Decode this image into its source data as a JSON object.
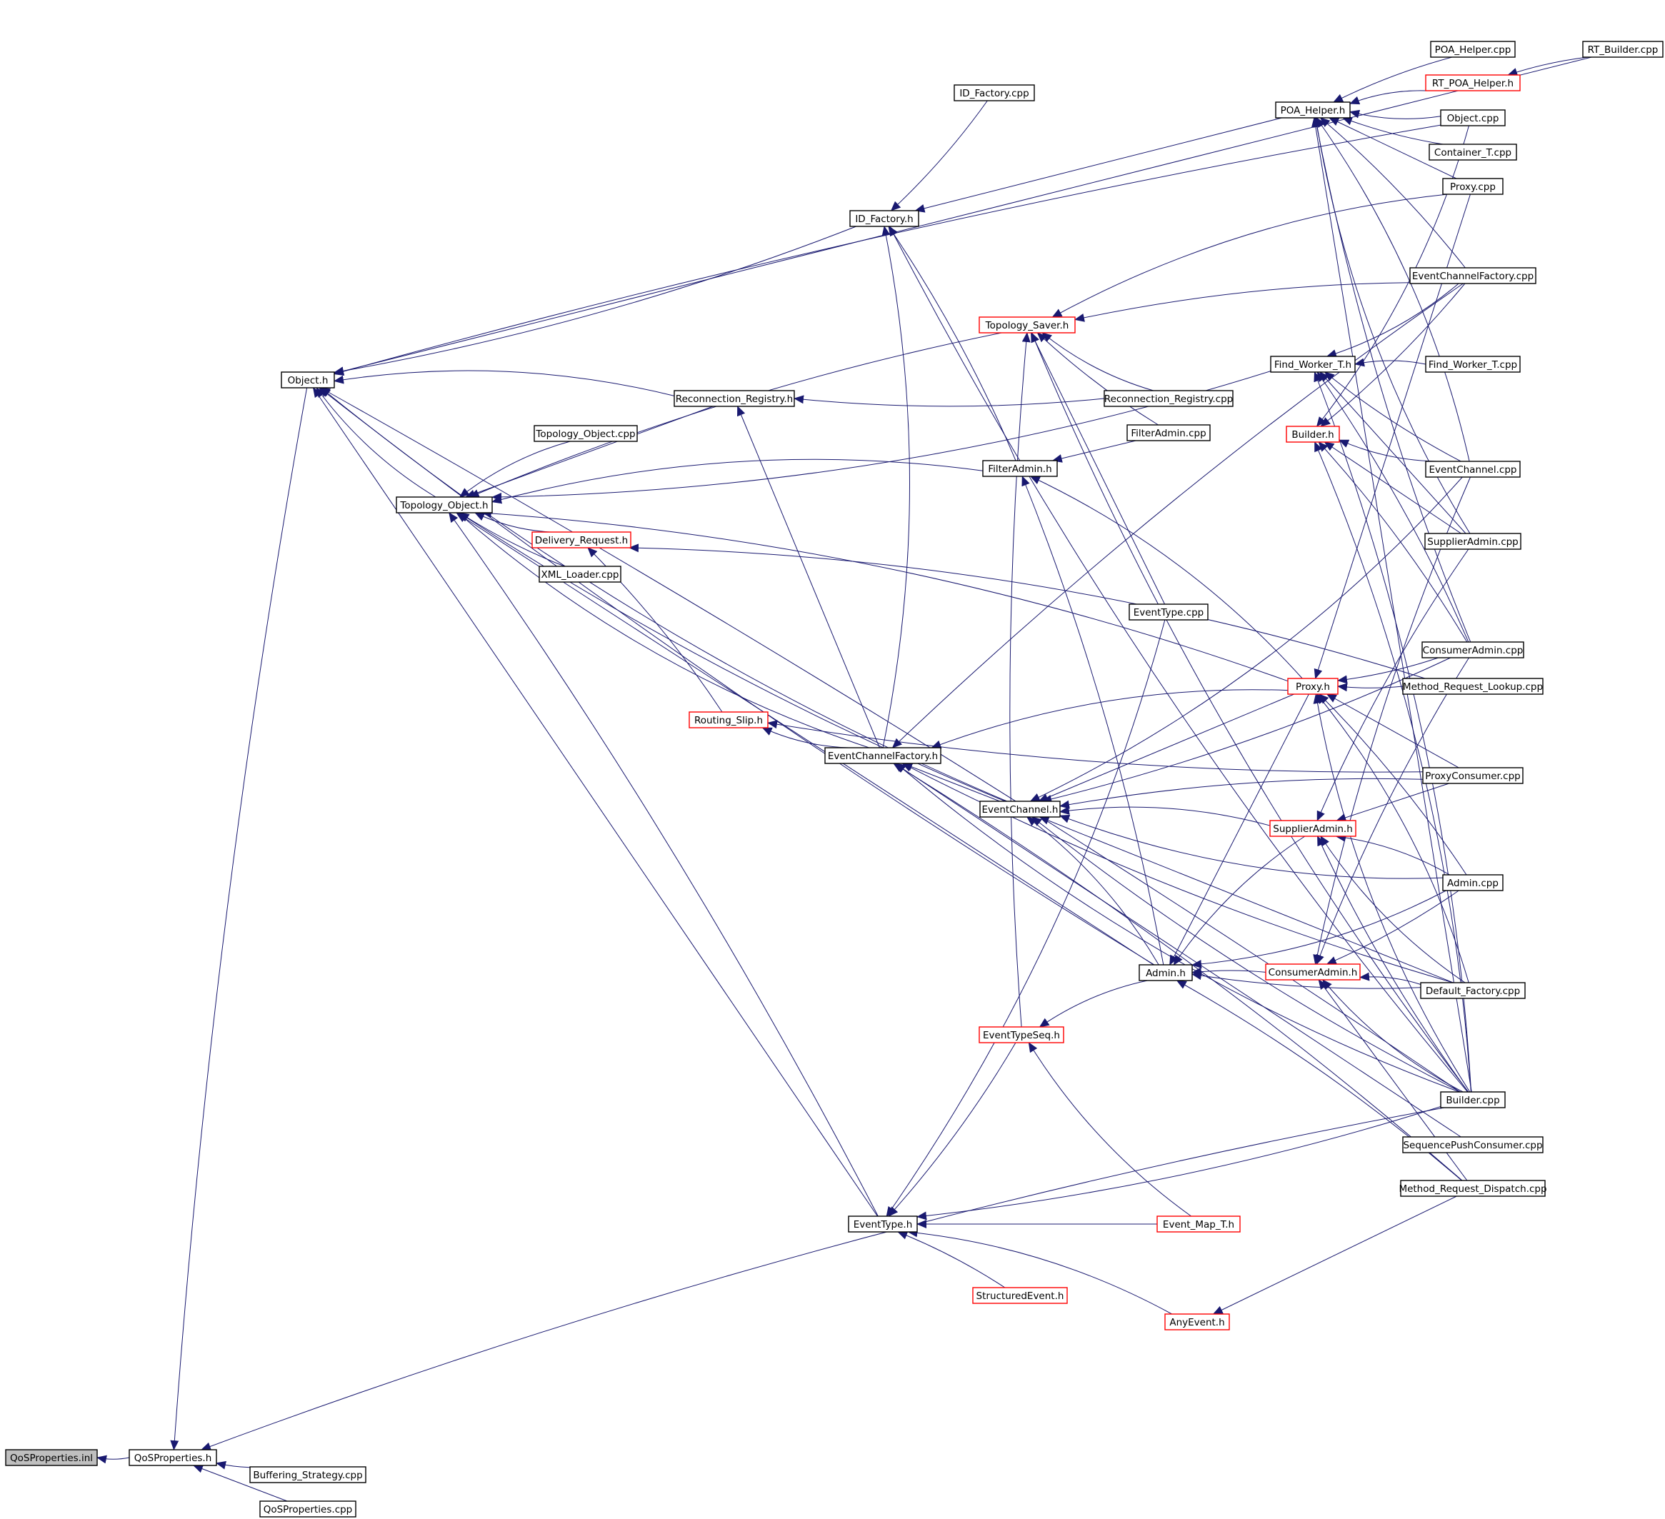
{
  "colors": {
    "edge": "#191970",
    "node_border_default": "#000000",
    "node_border_truncated": "#ff0000",
    "node_fill_focus": "#bfbfbf",
    "node_fill": "#ffffff"
  },
  "nodes": [
    {
      "id": "qosproperties_inl",
      "label": "QoSProperties.inl",
      "kind": "focus"
    },
    {
      "id": "qosproperties_h",
      "label": "QoSProperties.h",
      "kind": "normal"
    },
    {
      "id": "buffering_strategy_cpp",
      "label": "Buffering_Strategy.cpp",
      "kind": "normal"
    },
    {
      "id": "qosproperties_cpp",
      "label": "QoSProperties.cpp",
      "kind": "normal"
    },
    {
      "id": "object_h",
      "label": "Object.h",
      "kind": "normal"
    },
    {
      "id": "topology_object_h",
      "label": "Topology_Object.h",
      "kind": "normal"
    },
    {
      "id": "topology_object_cpp",
      "label": "Topology_Object.cpp",
      "kind": "normal"
    },
    {
      "id": "delivery_request_h",
      "label": "Delivery_Request.h",
      "kind": "truncated"
    },
    {
      "id": "xml_loader_cpp",
      "label": "XML_Loader.cpp",
      "kind": "normal"
    },
    {
      "id": "reconnection_registry_h",
      "label": "Reconnection_Registry.h",
      "kind": "normal"
    },
    {
      "id": "id_factory_cpp",
      "label": "ID_Factory.cpp",
      "kind": "normal"
    },
    {
      "id": "id_factory_h",
      "label": "ID_Factory.h",
      "kind": "normal"
    },
    {
      "id": "topology_saver_h",
      "label": "Topology_Saver.h",
      "kind": "truncated"
    },
    {
      "id": "filteradmin_h",
      "label": "FilterAdmin.h",
      "kind": "normal"
    },
    {
      "id": "routing_slip_h",
      "label": "Routing_Slip.h",
      "kind": "truncated"
    },
    {
      "id": "eventchannelfactory_h",
      "label": "EventChannelFactory.h",
      "kind": "normal"
    },
    {
      "id": "eventchannel_h",
      "label": "EventChannel.h",
      "kind": "normal"
    },
    {
      "id": "admin_h",
      "label": "Admin.h",
      "kind": "normal"
    },
    {
      "id": "eventtypeseq_h",
      "label": "EventTypeSeq.h",
      "kind": "truncated"
    },
    {
      "id": "eventtype_h",
      "label": "EventType.h",
      "kind": "normal"
    },
    {
      "id": "structuredevent_h",
      "label": "StructuredEvent.h",
      "kind": "truncated"
    },
    {
      "id": "anyevent_h",
      "label": "AnyEvent.h",
      "kind": "truncated"
    },
    {
      "id": "event_map_t_h",
      "label": "Event_Map_T.h",
      "kind": "truncated"
    },
    {
      "id": "reconnection_registry_cpp",
      "label": "Reconnection_Registry.cpp",
      "kind": "normal"
    },
    {
      "id": "filteradmin_cpp",
      "label": "FilterAdmin.cpp",
      "kind": "normal"
    },
    {
      "id": "eventtype_cpp",
      "label": "EventType.cpp",
      "kind": "normal"
    },
    {
      "id": "poa_helper_h",
      "label": "POA_Helper.h",
      "kind": "normal"
    },
    {
      "id": "poa_helper_cpp",
      "label": "POA_Helper.cpp",
      "kind": "normal"
    },
    {
      "id": "rt_poa_helper_h",
      "label": "RT_POA_Helper.h",
      "kind": "truncated"
    },
    {
      "id": "rt_builder_cpp",
      "label": "RT_Builder.cpp",
      "kind": "normal"
    },
    {
      "id": "object_cpp",
      "label": "Object.cpp",
      "kind": "normal"
    },
    {
      "id": "container_t_cpp",
      "label": "Container_T.cpp",
      "kind": "normal"
    },
    {
      "id": "proxy_cpp",
      "label": "Proxy.cpp",
      "kind": "normal"
    },
    {
      "id": "eventchannelfactory_cpp",
      "label": "EventChannelFactory.cpp",
      "kind": "normal"
    },
    {
      "id": "find_worker_t_h",
      "label": "Find_Worker_T.h",
      "kind": "normal"
    },
    {
      "id": "find_worker_t_cpp",
      "label": "Find_Worker_T.cpp",
      "kind": "normal"
    },
    {
      "id": "builder_h",
      "label": "Builder.h",
      "kind": "truncated"
    },
    {
      "id": "eventchannel_cpp",
      "label": "EventChannel.cpp",
      "kind": "normal"
    },
    {
      "id": "supplieradmin_cpp",
      "label": "SupplierAdmin.cpp",
      "kind": "normal"
    },
    {
      "id": "consumeradmin_cpp",
      "label": "ConsumerAdmin.cpp",
      "kind": "normal"
    },
    {
      "id": "proxy_h",
      "label": "Proxy.h",
      "kind": "truncated"
    },
    {
      "id": "method_request_lookup_cpp",
      "label": "Method_Request_Lookup.cpp",
      "kind": "normal"
    },
    {
      "id": "proxyconsumer_cpp",
      "label": "ProxyConsumer.cpp",
      "kind": "normal"
    },
    {
      "id": "supplieradmin_h",
      "label": "SupplierAdmin.h",
      "kind": "truncated"
    },
    {
      "id": "admin_cpp",
      "label": "Admin.cpp",
      "kind": "normal"
    },
    {
      "id": "consumeradmin_h",
      "label": "ConsumerAdmin.h",
      "kind": "truncated"
    },
    {
      "id": "default_factory_cpp",
      "label": "Default_Factory.cpp",
      "kind": "normal"
    },
    {
      "id": "builder_cpp",
      "label": "Builder.cpp",
      "kind": "normal"
    },
    {
      "id": "sequencepushconsumer_cpp",
      "label": "SequencePushConsumer.cpp",
      "kind": "normal"
    },
    {
      "id": "method_request_dispatch_cpp",
      "label": "Method_Request_Dispatch.cpp",
      "kind": "normal"
    }
  ],
  "edges": [
    {
      "from": "qosproperties_h",
      "to": "qosproperties_inl"
    },
    {
      "from": "buffering_strategy_cpp",
      "to": "qosproperties_h"
    },
    {
      "from": "qosproperties_cpp",
      "to": "qosproperties_h"
    },
    {
      "from": "object_h",
      "to": "qosproperties_h"
    },
    {
      "from": "builder_cpp",
      "to": "qosproperties_h"
    },
    {
      "from": "topology_object_h",
      "to": "object_h"
    },
    {
      "from": "id_factory_h",
      "to": "object_h"
    },
    {
      "from": "rt_builder_cpp",
      "to": "object_h"
    },
    {
      "from": "object_cpp",
      "to": "object_h"
    },
    {
      "from": "reconnection_registry_h",
      "to": "object_h"
    },
    {
      "from": "eventchannel_h",
      "to": "object_h"
    },
    {
      "from": "admin_h",
      "to": "object_h"
    },
    {
      "from": "eventtype_h",
      "to": "object_h"
    },
    {
      "from": "builder_cpp",
      "to": "object_h"
    },
    {
      "from": "topology_object_cpp",
      "to": "topology_object_h"
    },
    {
      "from": "delivery_request_h",
      "to": "topology_object_h"
    },
    {
      "from": "xml_loader_cpp",
      "to": "topology_object_h"
    },
    {
      "from": "reconnection_registry_h",
      "to": "topology_object_h"
    },
    {
      "from": "topology_saver_h",
      "to": "topology_object_h"
    },
    {
      "from": "filteradmin_h",
      "to": "topology_object_h"
    },
    {
      "from": "eventchannelfactory_h",
      "to": "topology_object_h"
    },
    {
      "from": "eventchannel_h",
      "to": "topology_object_h"
    },
    {
      "from": "admin_h",
      "to": "topology_object_h"
    },
    {
      "from": "eventtype_h",
      "to": "topology_object_h"
    },
    {
      "from": "proxy_h",
      "to": "topology_object_h"
    },
    {
      "from": "find_worker_t_h",
      "to": "topology_object_h"
    },
    {
      "from": "id_factory_cpp",
      "to": "id_factory_h"
    },
    {
      "from": "poa_helper_h",
      "to": "id_factory_h"
    },
    {
      "from": "filteradmin_h",
      "to": "id_factory_h"
    },
    {
      "from": "eventchannelfactory_h",
      "to": "id_factory_h"
    },
    {
      "from": "builder_cpp",
      "to": "id_factory_h"
    },
    {
      "from": "reconnection_registry_cpp",
      "to": "reconnection_registry_h"
    },
    {
      "from": "eventchannelfactory_h",
      "to": "reconnection_registry_h"
    },
    {
      "from": "routing_slip_h",
      "to": "delivery_request_h"
    },
    {
      "from": "method_request_lookup_cpp",
      "to": "delivery_request_h"
    },
    {
      "from": "reconnection_registry_cpp",
      "to": "topology_saver_h"
    },
    {
      "from": "filteradmin_cpp",
      "to": "topology_saver_h"
    },
    {
      "from": "eventtype_cpp",
      "to": "topology_saver_h"
    },
    {
      "from": "eventchannelfactory_cpp",
      "to": "topology_saver_h"
    },
    {
      "from": "proxy_cpp",
      "to": "topology_saver_h"
    },
    {
      "from": "builder_cpp",
      "to": "topology_saver_h"
    },
    {
      "from": "eventtypeseq_h",
      "to": "topology_saver_h"
    },
    {
      "from": "filteradmin_cpp",
      "to": "filteradmin_h"
    },
    {
      "from": "admin_h",
      "to": "filteradmin_h"
    },
    {
      "from": "proxy_h",
      "to": "filteradmin_h"
    },
    {
      "from": "eventchannelfactory_h",
      "to": "routing_slip_h"
    },
    {
      "from": "proxyconsumer_cpp",
      "to": "routing_slip_h"
    },
    {
      "from": "eventchannel_h",
      "to": "eventchannelfactory_h"
    },
    {
      "from": "eventchannelfactory_cpp",
      "to": "eventchannelfactory_h"
    },
    {
      "from": "proxy_h",
      "to": "eventchannelfactory_h"
    },
    {
      "from": "builder_cpp",
      "to": "eventchannelfactory_h"
    },
    {
      "from": "default_factory_cpp",
      "to": "eventchannelfactory_h"
    },
    {
      "from": "sequencepushconsumer_cpp",
      "to": "eventchannelfactory_h"
    },
    {
      "from": "method_request_dispatch_cpp",
      "to": "eventchannelfactory_h"
    },
    {
      "from": "admin_h",
      "to": "eventchannel_h"
    },
    {
      "from": "eventchannel_cpp",
      "to": "eventchannel_h"
    },
    {
      "from": "consumeradmin_cpp",
      "to": "eventchannel_h"
    },
    {
      "from": "proxy_h",
      "to": "eventchannel_h"
    },
    {
      "from": "proxyconsumer_cpp",
      "to": "eventchannel_h"
    },
    {
      "from": "supplieradmin_h",
      "to": "eventchannel_h"
    },
    {
      "from": "admin_cpp",
      "to": "eventchannel_h"
    },
    {
      "from": "builder_cpp",
      "to": "eventchannel_h"
    },
    {
      "from": "default_factory_cpp",
      "to": "eventchannel_h"
    },
    {
      "from": "consumeradmin_h",
      "to": "admin_h"
    },
    {
      "from": "supplieradmin_h",
      "to": "admin_h"
    },
    {
      "from": "admin_cpp",
      "to": "admin_h"
    },
    {
      "from": "default_factory_cpp",
      "to": "admin_h"
    },
    {
      "from": "proxy_h",
      "to": "admin_h"
    },
    {
      "from": "method_request_dispatch_cpp",
      "to": "admin_h"
    },
    {
      "from": "admin_h",
      "to": "eventtypeseq_h"
    },
    {
      "from": "event_map_t_h",
      "to": "eventtypeseq_h"
    },
    {
      "from": "eventtypeseq_h",
      "to": "eventtype_h"
    },
    {
      "from": "event_map_t_h",
      "to": "eventtype_h"
    },
    {
      "from": "structuredevent_h",
      "to": "eventtype_h"
    },
    {
      "from": "anyevent_h",
      "to": "eventtype_h"
    },
    {
      "from": "eventtype_cpp",
      "to": "eventtype_h"
    },
    {
      "from": "builder_cpp",
      "to": "eventtype_h"
    },
    {
      "from": "method_request_dispatch_cpp",
      "to": "anyevent_h"
    },
    {
      "from": "poa_helper_cpp",
      "to": "poa_helper_h"
    },
    {
      "from": "rt_poa_helper_h",
      "to": "poa_helper_h"
    },
    {
      "from": "object_cpp",
      "to": "poa_helper_h"
    },
    {
      "from": "container_t_cpp",
      "to": "poa_helper_h"
    },
    {
      "from": "proxy_cpp",
      "to": "poa_helper_h"
    },
    {
      "from": "eventchannelfactory_cpp",
      "to": "poa_helper_h"
    },
    {
      "from": "eventchannel_cpp",
      "to": "poa_helper_h"
    },
    {
      "from": "supplieradmin_cpp",
      "to": "poa_helper_h"
    },
    {
      "from": "consumeradmin_cpp",
      "to": "poa_helper_h"
    },
    {
      "from": "builder_cpp",
      "to": "poa_helper_h"
    },
    {
      "from": "rt_builder_cpp",
      "to": "rt_poa_helper_h"
    },
    {
      "from": "find_worker_t_cpp",
      "to": "find_worker_t_h"
    },
    {
      "from": "eventchannelfactory_cpp",
      "to": "find_worker_t_h"
    },
    {
      "from": "eventchannel_cpp",
      "to": "find_worker_t_h"
    },
    {
      "from": "supplieradmin_cpp",
      "to": "find_worker_t_h"
    },
    {
      "from": "consumeradmin_cpp",
      "to": "find_worker_t_h"
    },
    {
      "from": "builder_cpp",
      "to": "find_worker_t_h"
    },
    {
      "from": "eventchannel_cpp",
      "to": "builder_h"
    },
    {
      "from": "eventchannelfactory_cpp",
      "to": "builder_h"
    },
    {
      "from": "supplieradmin_cpp",
      "to": "builder_h"
    },
    {
      "from": "consumeradmin_cpp",
      "to": "builder_h"
    },
    {
      "from": "builder_cpp",
      "to": "builder_h"
    },
    {
      "from": "object_cpp",
      "to": "builder_h"
    },
    {
      "from": "method_request_lookup_cpp",
      "to": "proxy_h"
    },
    {
      "from": "proxyconsumer_cpp",
      "to": "proxy_h"
    },
    {
      "from": "admin_cpp",
      "to": "proxy_h"
    },
    {
      "from": "default_factory_cpp",
      "to": "proxy_h"
    },
    {
      "from": "builder_cpp",
      "to": "proxy_h"
    },
    {
      "from": "consumeradmin_cpp",
      "to": "proxy_h"
    },
    {
      "from": "proxy_cpp",
      "to": "proxy_h"
    },
    {
      "from": "supplieradmin_cpp",
      "to": "supplieradmin_h"
    },
    {
      "from": "admin_cpp",
      "to": "supplieradmin_h"
    },
    {
      "from": "default_factory_cpp",
      "to": "supplieradmin_h"
    },
    {
      "from": "builder_cpp",
      "to": "supplieradmin_h"
    },
    {
      "from": "proxyconsumer_cpp",
      "to": "supplieradmin_h"
    },
    {
      "from": "consumeradmin_cpp",
      "to": "consumeradmin_h"
    },
    {
      "from": "default_factory_cpp",
      "to": "consumeradmin_h"
    },
    {
      "from": "builder_cpp",
      "to": "consumeradmin_h"
    },
    {
      "from": "admin_cpp",
      "to": "consumeradmin_h"
    },
    {
      "from": "method_request_dispatch_cpp",
      "to": "consumeradmin_h"
    },
    {
      "from": "eventchannel_cpp",
      "to": "consumeradmin_h"
    }
  ]
}
